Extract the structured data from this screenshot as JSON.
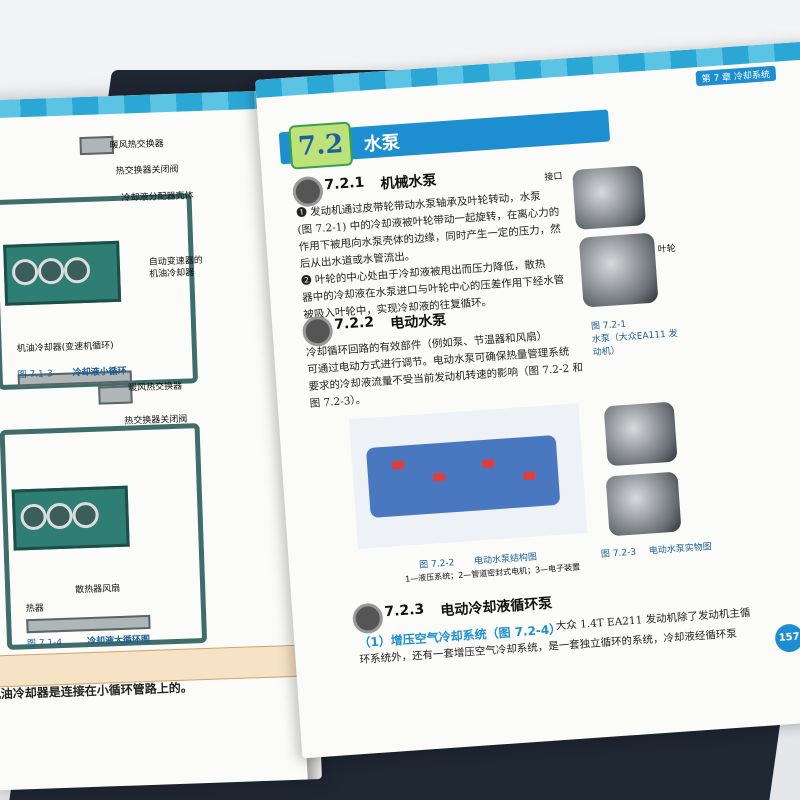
{
  "left_page": {
    "fig_small": {
      "labels": [
        "暖风热交换器",
        "热交换器关闭阀",
        "冷却液分配器壳体",
        "自动变速器的",
        "机油冷却器",
        "机油冷却器(变速机循环)"
      ],
      "caption_num": "图 7.1-3",
      "caption": "冷却液小循环"
    },
    "fig_large": {
      "labels": [
        "暖风热交换器",
        "热交换器关闭阀",
        "散热器风扇",
        "热器"
      ],
      "caption_num": "图 7.1-4",
      "caption": "冷却液大循环图"
    },
    "note_text": "机油冷却器是连接在小循环管路上的。"
  },
  "right_page": {
    "chapter_tag": "第 7 章  冷却系统",
    "section_num": "7.2",
    "section_title": "水泵",
    "sub1": {
      "num": "7.2.1",
      "title": "机械水泵"
    },
    "para1": [
      "❶ 发动机通过皮带轮带动水泵轴承及叶轮转动，水泵",
      "(图 7.2-1) 中的冷却液被叶轮带动一起旋转，在离心力的",
      "作用下被甩向水泵壳体的边缘，同时产生一定的压力，然",
      "后从出水道或水管流出。",
      "❷ 叶轮的中心处由于冷却液被甩出而压力降低，散热",
      "器中的冷却液在水泵进口与叶轮中心的压差作用下经水管",
      "被吸入叶轮中，实现冷却液的往复循环。"
    ],
    "photo1": {
      "label_a": "接口",
      "label_b": "叶轮",
      "caption_num": "图 7.2-1",
      "caption": "水泵（大众EA111 发动机）"
    },
    "sub2": {
      "num": "7.2.2",
      "title": "电动水泵"
    },
    "para2": [
      "冷却循环回路的有效部件（例如泵、节温器和风扇）",
      "可通过电动方式进行调节。电动水泵可确保热量管理系统",
      "要求的冷却液流量不受当前发动机转速的影响（图 7.2-2 和",
      "图 7.2-3）。"
    ],
    "fig2": {
      "caption_num": "图 7.2-2",
      "caption": "电动水泵结构图",
      "legend": "1—液压系统；2—管道密封式电机；3—电子装置"
    },
    "fig3": {
      "caption_num": "图 7.2-3",
      "caption": "电动水泵实物图"
    },
    "sub3": {
      "num": "7.2.3",
      "title": "电动冷却液循环泵"
    },
    "item1": {
      "label": "（1）增压空气冷却系统（图 7.2-4）",
      "text": "大众 1.4T EA211 发动机除了发动机主循"
    },
    "para3": "环系统外，还有一套增压空气冷却系统，是一套独立循环的系统，冷却液经循环泵",
    "page_number": "157"
  }
}
